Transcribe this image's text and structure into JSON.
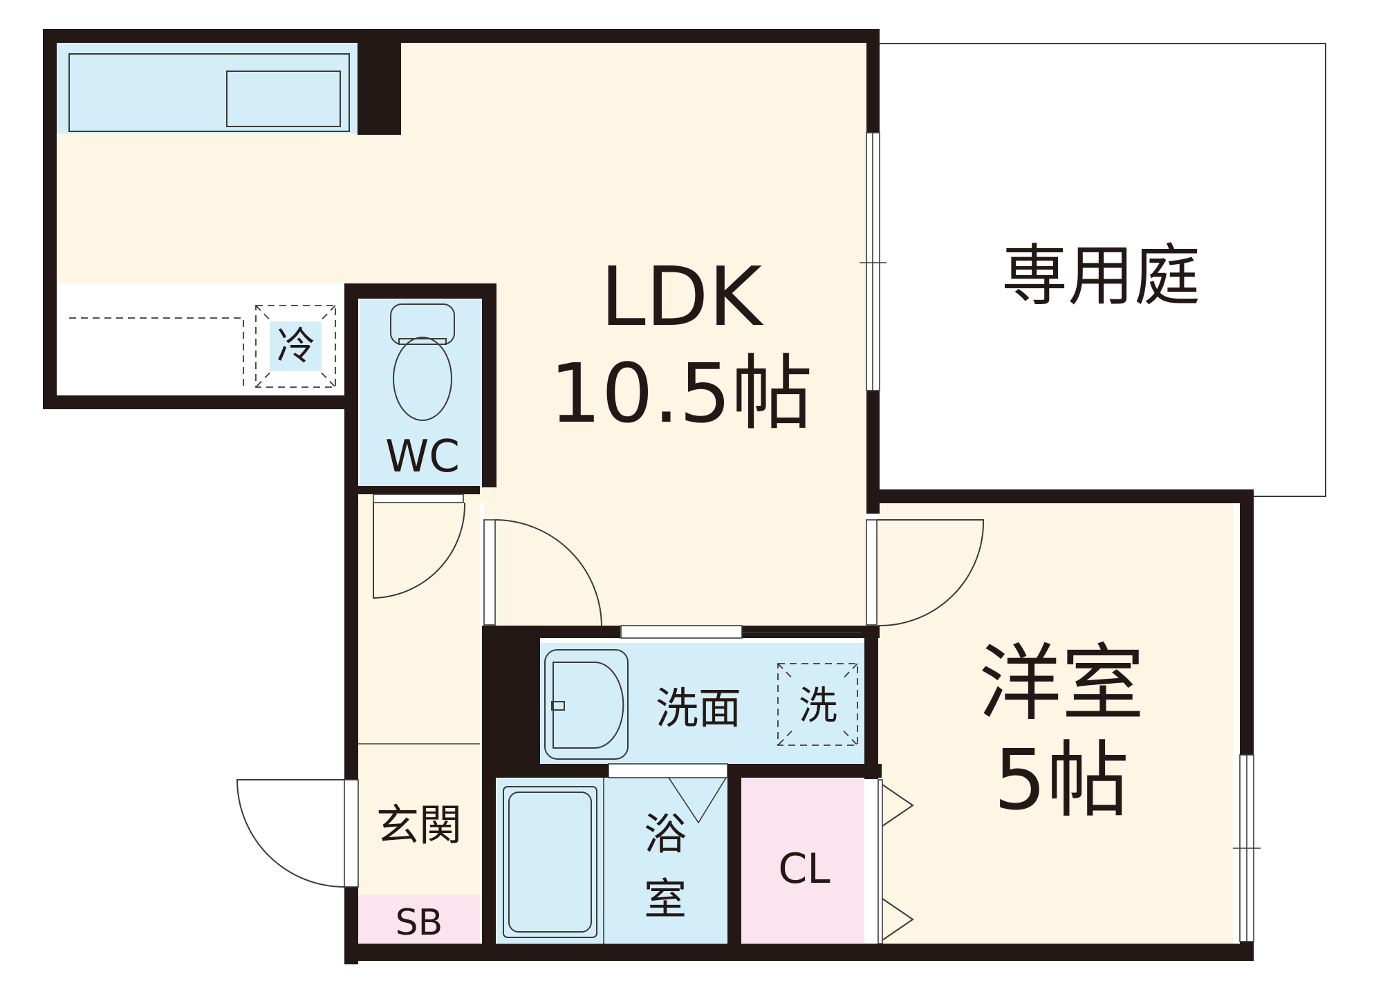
{
  "colors": {
    "wall": "#231815",
    "living_floor": "#fdf6e4",
    "wet_area": "#d4eef9",
    "storage": "#fbe4ee",
    "garden": "#ffffff"
  },
  "rooms": {
    "ldk": {
      "name": "LDK",
      "size": "10.5帖"
    },
    "western": {
      "name": "洋室",
      "size": "5帖"
    },
    "garden": {
      "name": "専用庭"
    },
    "wc": {
      "name": "WC"
    },
    "washroom": {
      "name": "洗面"
    },
    "bath": {
      "name_line1": "浴",
      "name_line2": "室"
    },
    "closet": {
      "name": "CL"
    },
    "entrance": {
      "name": "玄関"
    },
    "shoe_box": {
      "name": "SB"
    }
  },
  "fixtures": {
    "fridge": {
      "mark": "冷",
      "icon": "fridge-space-icon"
    },
    "washer": {
      "mark": "洗",
      "icon": "washer-space-icon"
    },
    "toilet": {
      "icon": "toilet-icon"
    },
    "sink": {
      "icon": "washbasin-icon"
    },
    "bathtub": {
      "icon": "bathtub-icon"
    },
    "kitchen": {
      "icon": "kitchen-counter-icon"
    }
  }
}
